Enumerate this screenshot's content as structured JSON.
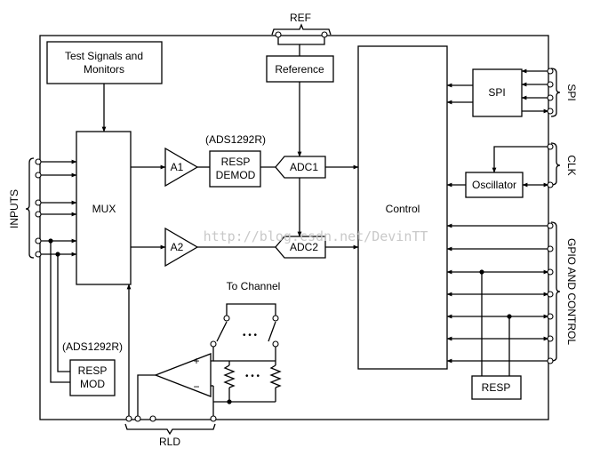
{
  "labels": {
    "ref": "REF",
    "reference": "Reference",
    "test_signals_line1": "Test Signals and",
    "test_signals_line2": "Monitors",
    "mux": "MUX",
    "a1": "A1",
    "a2": "A2",
    "ads1292r_top": "(ADS1292R)",
    "resp_demod_line1": "RESP",
    "resp_demod_line2": "DEMOD",
    "adc1": "ADC1",
    "adc2": "ADC2",
    "control": "Control",
    "spi_block": "SPI",
    "oscillator": "Oscillator",
    "inputs": "INPUTS",
    "spi_side": "SPI",
    "clk_side": "CLK",
    "gpio_side": "GPIO AND CONTROL",
    "to_channel": "To Channel",
    "ellipsis_top": "• • •",
    "ellipsis_bottom": "• • •",
    "ads1292r_bottom": "(ADS1292R)",
    "resp_mod_line1": "RESP",
    "resp_mod_line2": "MOD",
    "resp_bottom": "RESP",
    "rld": "RLD",
    "plus": "+",
    "minus": "−",
    "watermark": "http://blog.csdn.net/DevinTT"
  }
}
